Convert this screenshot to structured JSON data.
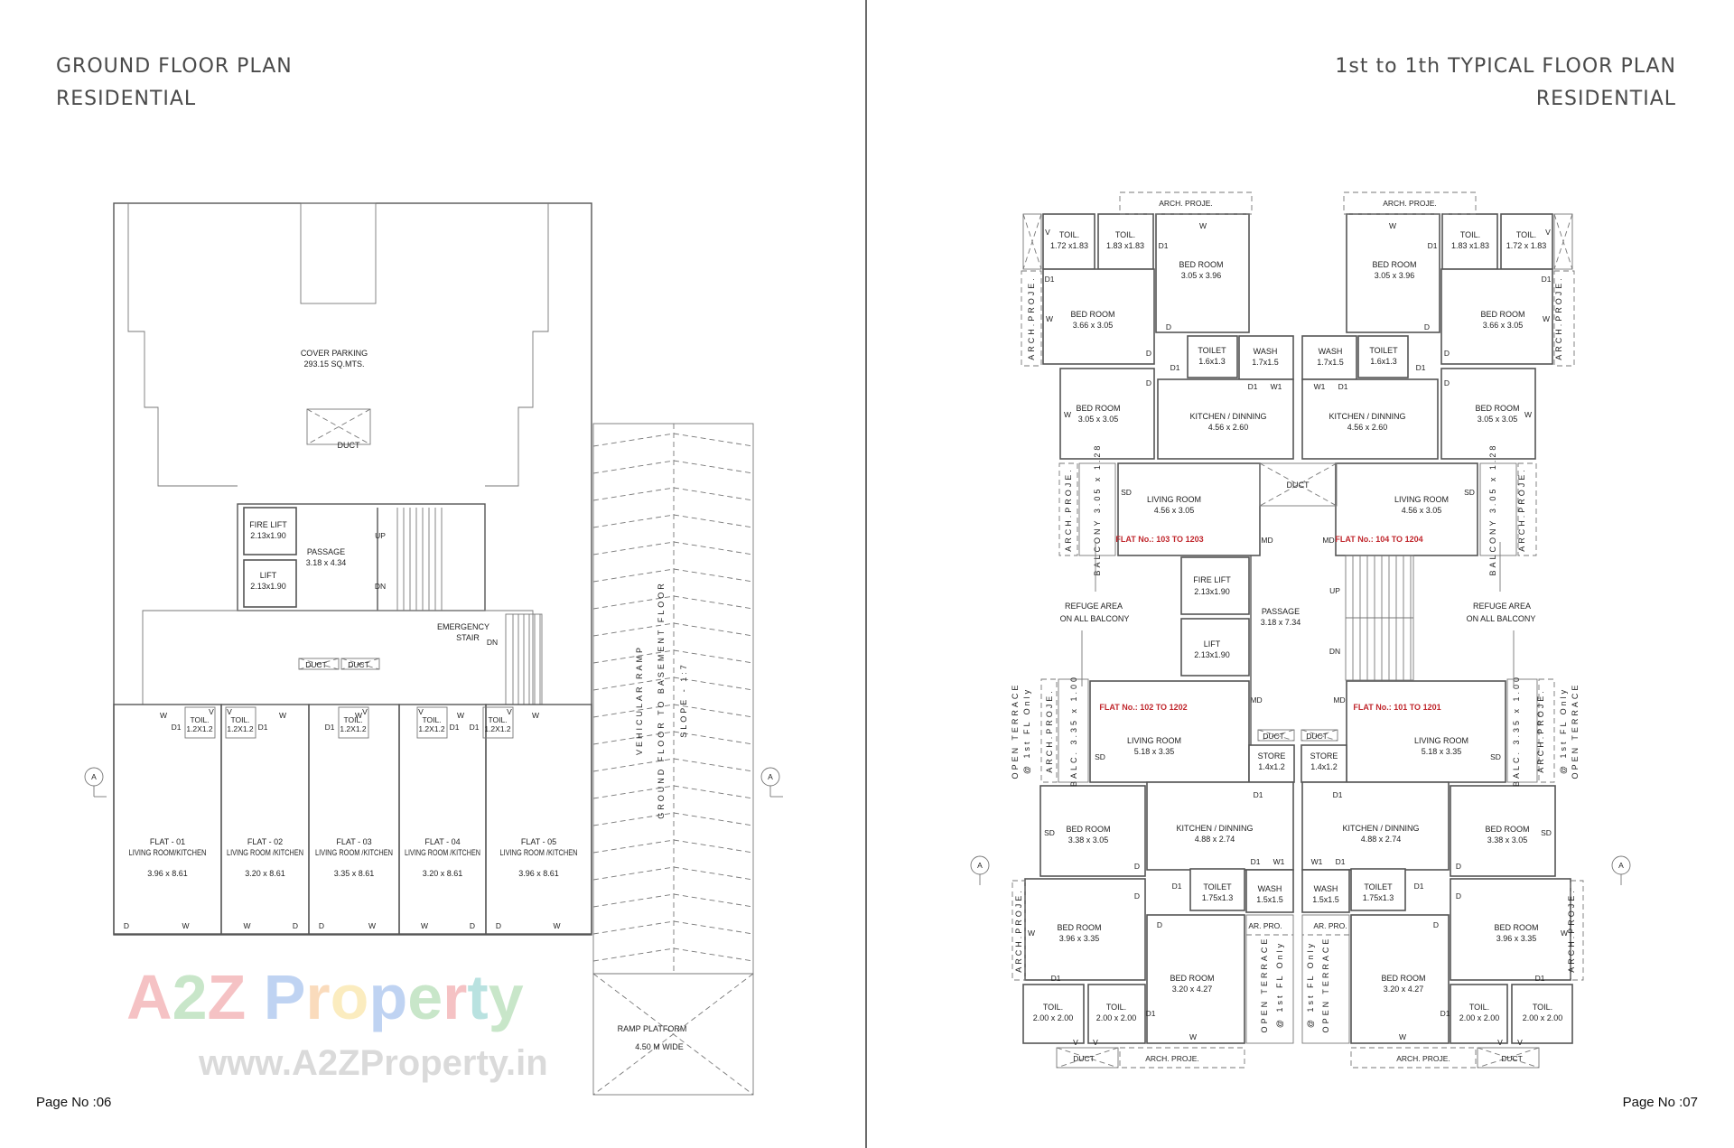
{
  "left_page": {
    "title_line1": "GROUND FLOOR PLAN",
    "title_line2": "RESIDENTIAL",
    "page_no": "Page No :06"
  },
  "right_page": {
    "title_line1": "1st to 1th TYPICAL FLOOR PLAN",
    "title_line2": "RESIDENTIAL",
    "page_no": "Page No :07"
  },
  "marks": {
    "W": "W",
    "D": "D",
    "D1": "D1",
    "V": "V",
    "SD": "SD",
    "W1": "W1",
    "MD": "MD",
    "UP": "UP",
    "DN": "DN",
    "A": "A"
  },
  "ground_plan": {
    "cover_parking": {
      "name": "COVER PARKING",
      "area": "293.15 SQ.MTS."
    },
    "duct": "DUCT",
    "fire_lift": {
      "name": "FIRE LIFT",
      "size": "2.13x1.90"
    },
    "lift": {
      "name": "LIFT",
      "size": "2.13x1.90"
    },
    "passage": {
      "name": "PASSAGE",
      "size": "3.18 x 4.34"
    },
    "emergency_stair": {
      "line1": "EMERGENCY",
      "line2": "STAIR"
    },
    "flats": [
      {
        "name": "FLAT - 01",
        "type": "LIVING ROOM/KITCHEN",
        "size": "3.96 x 8.61",
        "toilet": "TOIL.",
        "toilet_size": "1.2X1.2"
      },
      {
        "name": "FLAT - 02",
        "type": "LIVING ROOM /KITCHEN",
        "size": "3.20 x 8.61",
        "toilet": "TOIL.",
        "toilet_size": "1.2X1.2"
      },
      {
        "name": "FLAT - 03",
        "type": "LIVING ROOM /KITCHEN",
        "size": "3.35 x 8.61",
        "toilet": "TOIL.",
        "toilet_size": "1.2X1.2"
      },
      {
        "name": "FLAT - 04",
        "type": "LIVING ROOM /KITCHEN",
        "size": "3.20 x 8.61",
        "toilet": "TOIL.",
        "toilet_size": "1.2X1.2"
      },
      {
        "name": "FLAT - 05",
        "type": "LIVING ROOM /KITCHEN",
        "size": "3.96 x 8.61",
        "toilet": "TOIL.",
        "toilet_size": "1.2X1.2"
      }
    ],
    "ramp": {
      "line1": "VEHICULAR RAMP",
      "line2": "GROUND FLOOR TO BASEMENT FLOOR",
      "line3": "SLOPE - 1:7"
    },
    "ramp_platform": {
      "name": "RAMP PLATFORM",
      "width": "4.50 M WIDE"
    }
  },
  "typical_plan": {
    "arch_proje": "ARCH. PROJE.",
    "arch_proje_v": "ARCH.PROJE.",
    "ar_pro": "AR. PRO.",
    "duct": "DUCT",
    "balcony": "BALCONY 3.05 x 1.28",
    "balc": "BALC. 3.35 x 1.00",
    "open_terrace_1": "OPEN TERRACE",
    "open_terrace_2": "@ 1st FL Only",
    "refuge": {
      "line1": "REFUGE AREA",
      "line2": "ON ALL BALCONY"
    },
    "fire_lift": {
      "name": "FIRE LIFT",
      "size": "2.13x1.90"
    },
    "lift": {
      "name": "LIFT",
      "size": "2.13x1.90"
    },
    "passage": {
      "name": "PASSAGE",
      "size": "3.18 x 7.34"
    },
    "flats": [
      {
        "flat_no": "FLAT No.: 103 TO 1203",
        "rooms": [
          {
            "name": "TOIL.",
            "size": "1.72 x1.83"
          },
          {
            "name": "TOIL.",
            "size": "1.83 x1.83"
          },
          {
            "name": "BED ROOM",
            "size": "3.05 x 3.96"
          },
          {
            "name": "BED ROOM",
            "size": "3.66 x 3.05"
          },
          {
            "name": "TOILET",
            "size": "1.6x1.3"
          },
          {
            "name": "WASH",
            "size": "1.7x1.5"
          },
          {
            "name": "BED ROOM",
            "size": "3.05 x 3.05"
          },
          {
            "name": "KITCHEN / DINNING",
            "size": "4.56 x 2.60"
          },
          {
            "name": "LIVING ROOM",
            "size": "4.56 x 3.05"
          }
        ]
      },
      {
        "flat_no": "FLAT No.: 104 TO 1204",
        "rooms": [
          {
            "name": "TOIL.",
            "size": "1.72 x 1.83"
          },
          {
            "name": "TOIL.",
            "size": "1.83 x1.83"
          },
          {
            "name": "BED ROOM",
            "size": "3.05 x 3.96"
          },
          {
            "name": "BED ROOM",
            "size": "3.66 x 3.05"
          },
          {
            "name": "TOILET",
            "size": "1.6x1.3"
          },
          {
            "name": "WASH",
            "size": "1.7x1.5"
          },
          {
            "name": "BED ROOM",
            "size": "3.05 x 3.05"
          },
          {
            "name": "KITCHEN / DINNING",
            "size": "4.56 x 2.60"
          },
          {
            "name": "LIVING ROOM",
            "size": "4.56 x 3.05"
          }
        ]
      },
      {
        "flat_no": "FLAT No.: 102 TO 1202",
        "rooms": [
          {
            "name": "LIVING ROOM",
            "size": "5.18 x 3.35"
          },
          {
            "name": "STORE",
            "size": "1.4x1.2"
          },
          {
            "name": "BED ROOM",
            "size": "3.38 x 3.05"
          },
          {
            "name": "BED ROOM",
            "size": "3.96 x 3.35"
          },
          {
            "name": "KITCHEN / DINNING",
            "size": "4.88 x 2.74"
          },
          {
            "name": "TOILET",
            "size": "1.75x1.3"
          },
          {
            "name": "WASH",
            "size": "1.5x1.5"
          },
          {
            "name": "BED ROOM",
            "size": "3.20 x 4.27"
          },
          {
            "name": "TOIL.",
            "size": "2.00 x 2.00"
          },
          {
            "name": "TOIL.",
            "size": "2.00 x 2.00"
          }
        ]
      },
      {
        "flat_no": "FLAT No.: 101 TO 1201",
        "rooms": [
          {
            "name": "LIVING ROOM",
            "size": "5.18 x 3.35"
          },
          {
            "name": "STORE",
            "size": "1.4x1.2"
          },
          {
            "name": "BED ROOM",
            "size": "3.38 x 3.05"
          },
          {
            "name": "BED ROOM",
            "size": "3.96 x 3.35"
          },
          {
            "name": "KITCHEN / DINNING",
            "size": "4.88 x 2.74"
          },
          {
            "name": "TOILET",
            "size": "1.75x1.3"
          },
          {
            "name": "WASH",
            "size": "1.5x1.5"
          },
          {
            "name": "BED ROOM",
            "size": "3.20 x 4.27"
          },
          {
            "name": "TOIL.",
            "size": "2.00 x 2.00"
          },
          {
            "name": "TOIL.",
            "size": "2.00 x 2.00"
          }
        ]
      }
    ]
  },
  "watermarks": {
    "logo": "A2Z Property",
    "url": "www.A2ZProperty.in"
  },
  "colors": {
    "flat_number": "#c0272d",
    "title": "#4a4a4a",
    "walls": "#555555"
  }
}
